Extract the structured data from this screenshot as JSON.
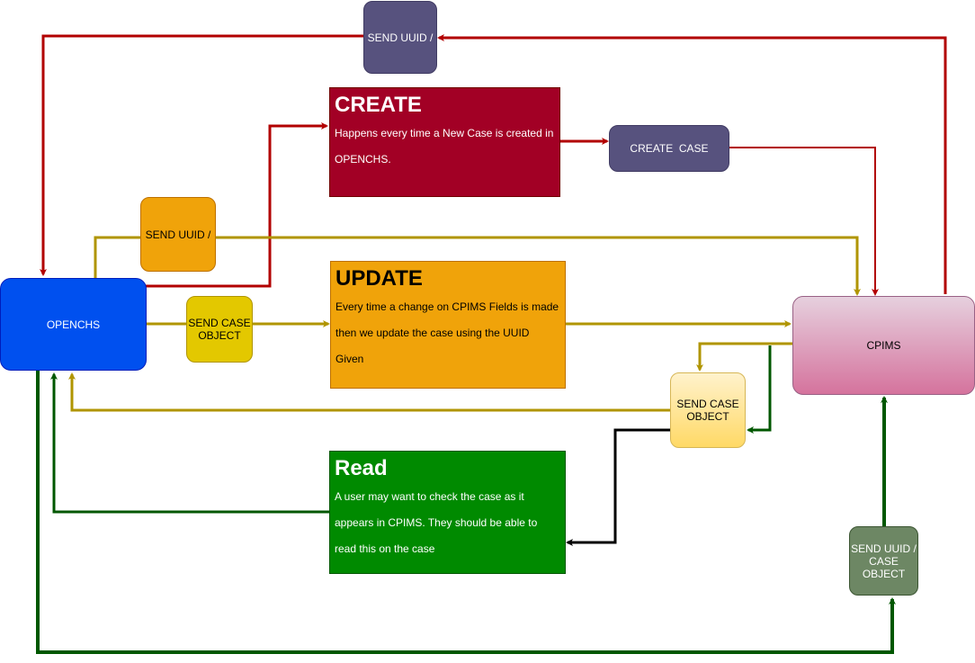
{
  "nodes": {
    "openchs": "OPENCHS",
    "cpims": "CPIMS",
    "send_uuid_top": "SEND UUID /",
    "create_case": "CREATE  CASE",
    "send_uuid_orange": "SEND UUID /",
    "send_case_object_yellow": "SEND CASE OBJECT",
    "send_case_object_light": "SEND CASE OBJECT",
    "send_uuid_case_object": "SEND UUID / CASE OBJECT"
  },
  "blocks": {
    "create": {
      "title": "CREATE",
      "body": "Happens every time a New Case is created in OPENCHS."
    },
    "update": {
      "title": "UPDATE",
      "body": "Every time a change on CPIMS Fields is made then we update the case using the UUID Given"
    },
    "read": {
      "title": "Read",
      "body": "A user may want to check the case as it appears in CPIMS. They should be able to read this on the case"
    }
  },
  "colors": {
    "red_edge": "#b20000",
    "olive_edge": "#b09500",
    "green_edge": "#005700",
    "black_edge": "#000000"
  }
}
